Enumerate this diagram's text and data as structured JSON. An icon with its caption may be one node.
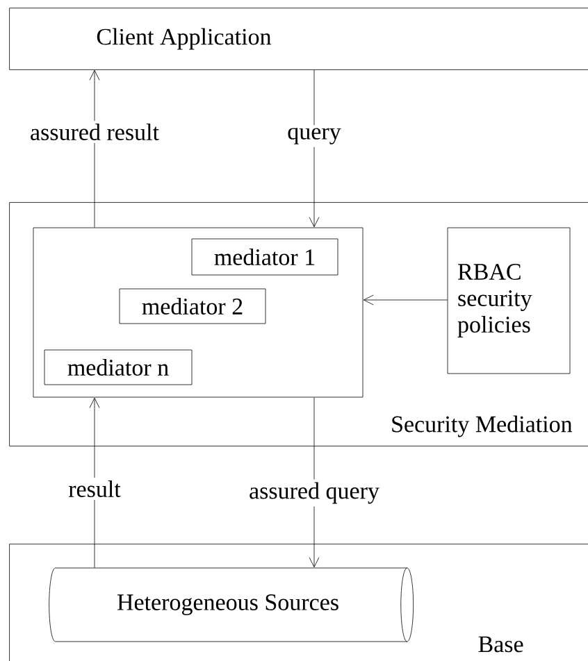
{
  "diagram": {
    "nodes": [
      {
        "text": [
          "Client Application"
        ]
      },
      {
        "text": [
          "Security Mediation"
        ]
      },
      {
        "text": [],
        "shape": "box",
        "in": 1
      },
      {
        "text": [
          "mediator 1"
        ],
        "in": 2
      },
      {
        "text": [
          "mediator 2"
        ],
        "in": 2
      },
      {
        "text": [
          "mediator n"
        ],
        "in": 2
      },
      {
        "text": [
          "RBAC security policies"
        ],
        "in": 1
      },
      {
        "text": [
          "Base"
        ]
      },
      {
        "text": [
          "Heterogeneous Sources"
        ],
        "in": 7
      }
    ],
    "edges": [
      {
        "from": 2,
        "to": 0,
        "arrow": "to",
        "label": "assured result"
      },
      {
        "from": 0,
        "to": 2,
        "arrow": "to",
        "label": "query"
      },
      {
        "from": 6,
        "to": 2,
        "arrow": "to"
      },
      {
        "from": 2,
        "to": 8,
        "arrow": "to",
        "label": "assured query"
      },
      {
        "from": 8,
        "to": 2,
        "arrow": "to",
        "label": "result"
      }
    ]
  }
}
